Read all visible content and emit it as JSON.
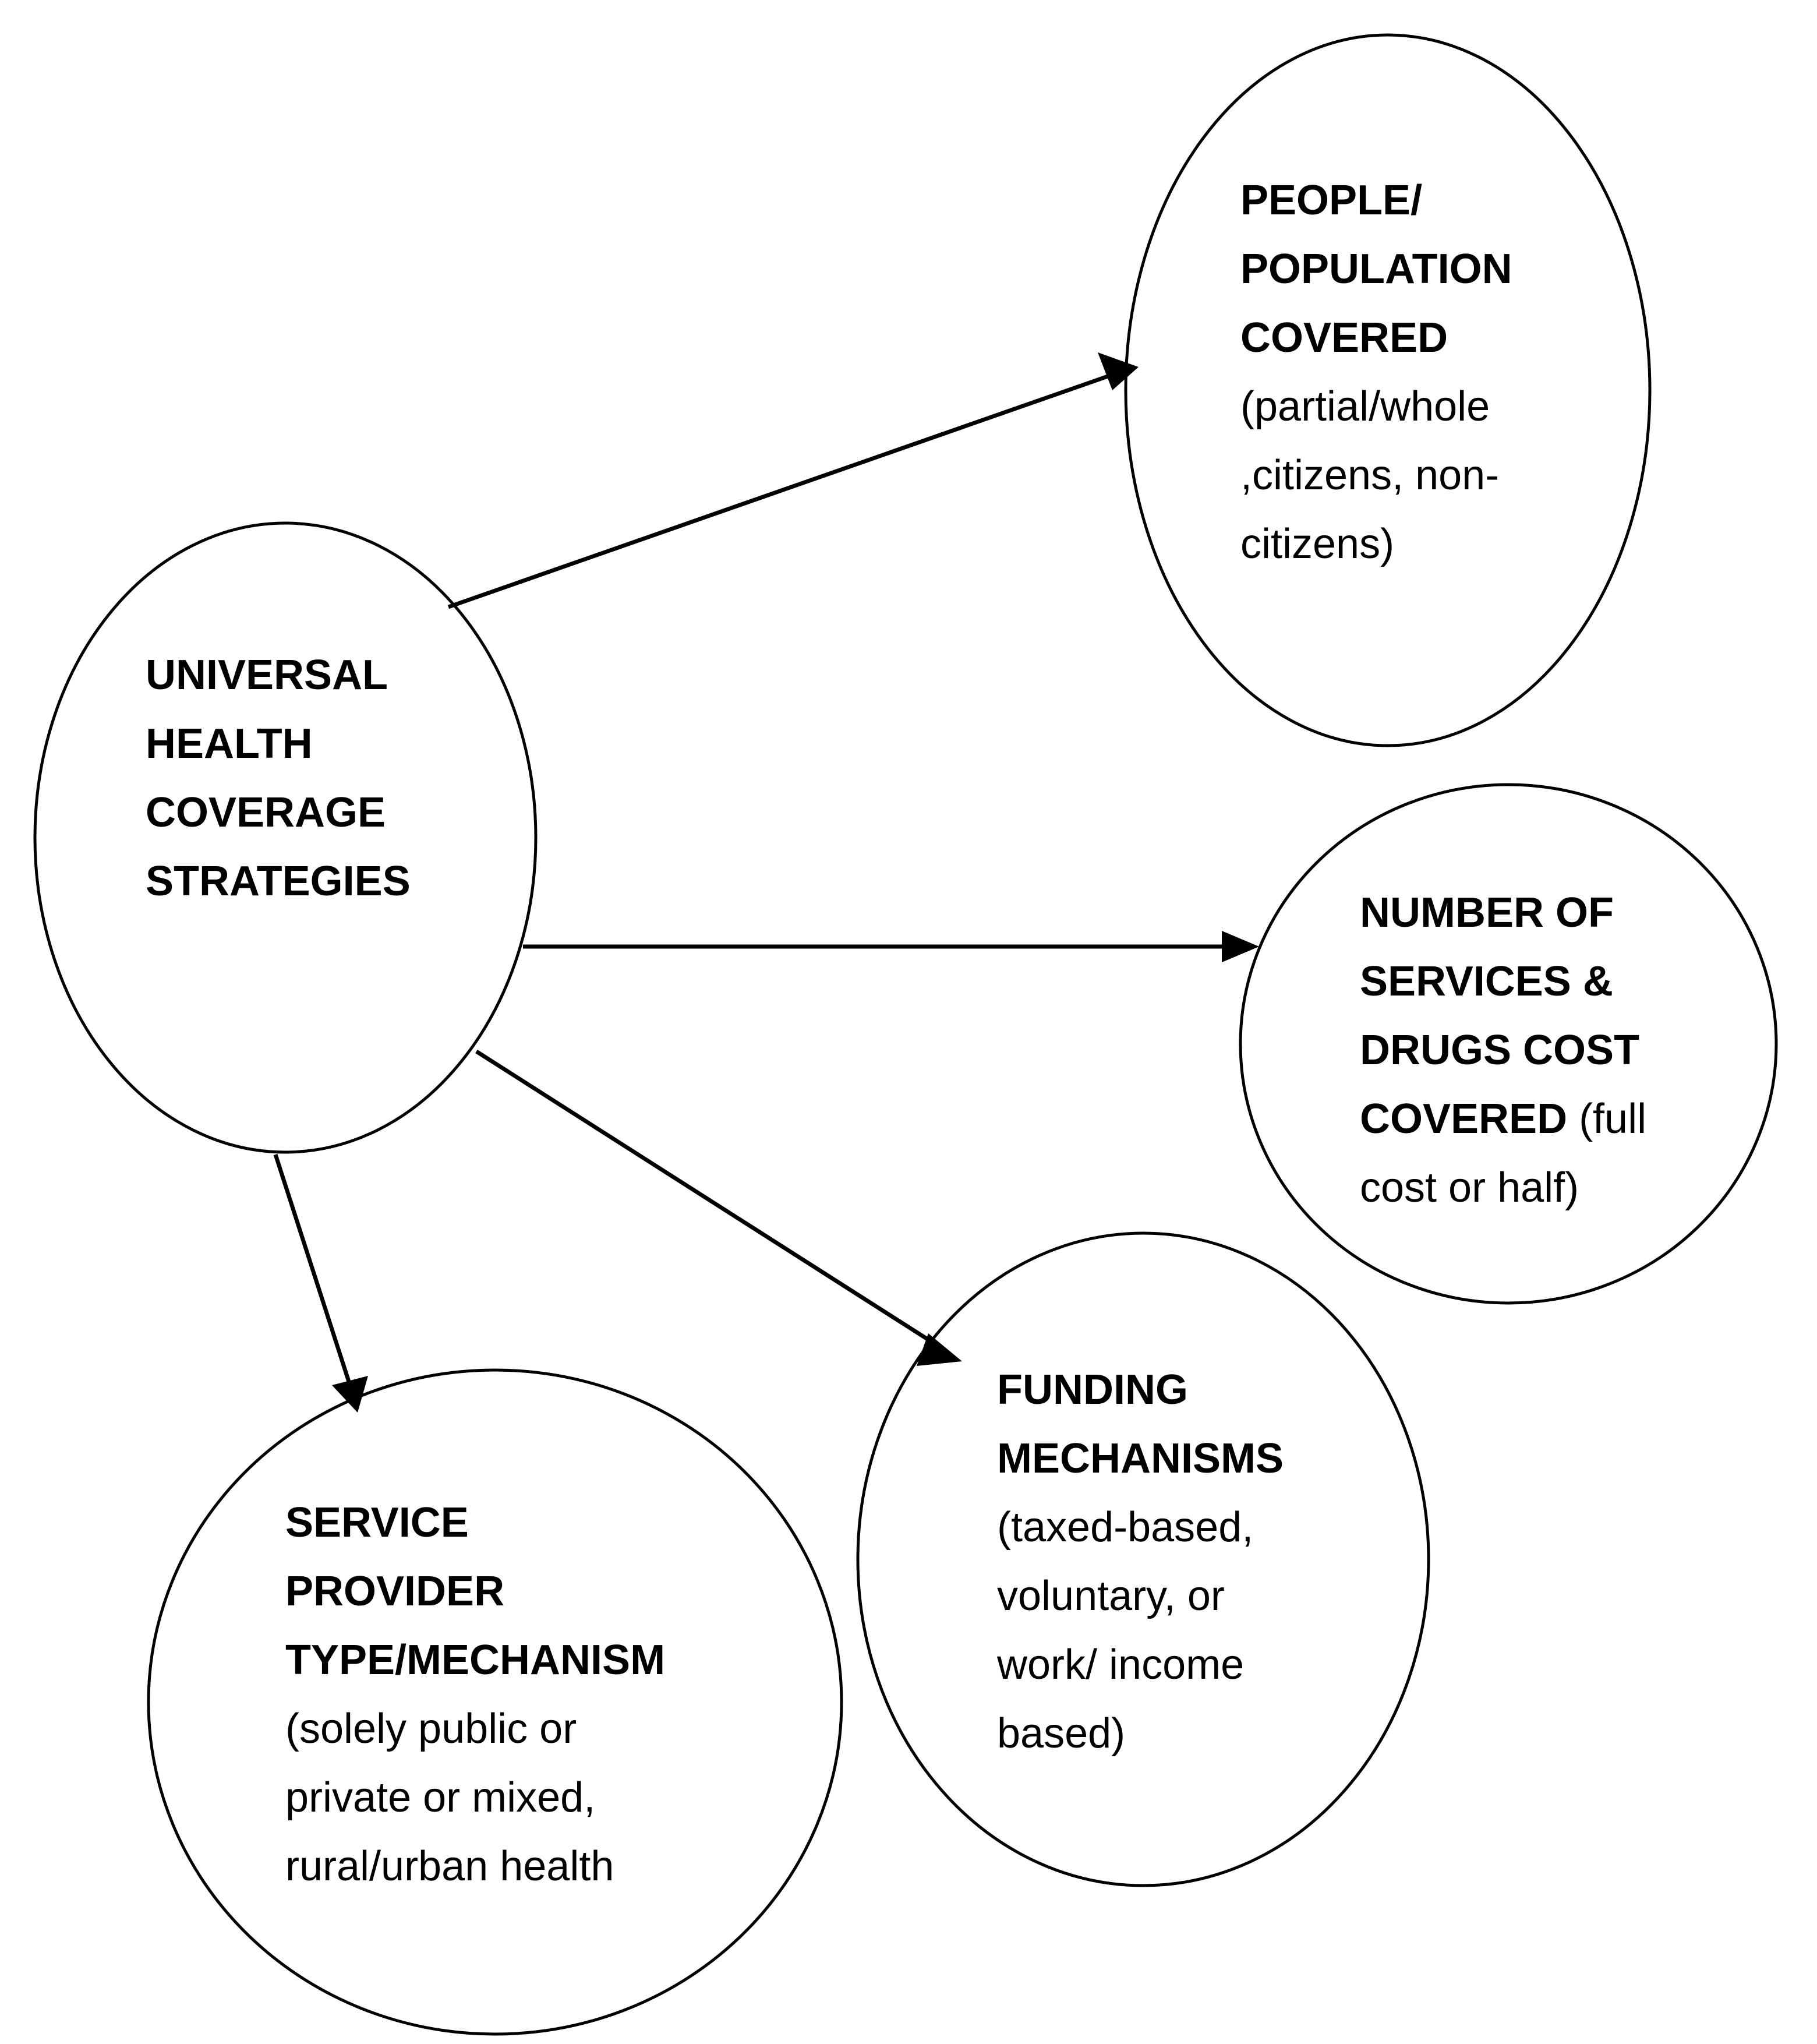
{
  "nodes": {
    "center": {
      "lines": [
        {
          "bold": "UNIVERSAL"
        },
        {
          "bold": "HEALTH"
        },
        {
          "bold": "COVERAGE"
        },
        {
          "bold": "STRATEGIES"
        }
      ]
    },
    "people": {
      "lines": [
        {
          "bold": "PEOPLE/"
        },
        {
          "bold": "POPULATION"
        },
        {
          "bold": "COVERED"
        },
        {
          "normal": "(partial/whole"
        },
        {
          "normal": ",citizens, non-"
        },
        {
          "normal": "citizens)"
        }
      ]
    },
    "services": {
      "lines": [
        {
          "bold": "NUMBER OF"
        },
        {
          "bold": "SERVICES &"
        },
        {
          "bold": "DRUGS COST"
        },
        {
          "bold": "COVERED",
          "normal": " (full"
        },
        {
          "normal": "cost or half)"
        }
      ]
    },
    "funding": {
      "lines": [
        {
          "bold": "FUNDING"
        },
        {
          "bold": "MECHANISMS"
        },
        {
          "normal": "(taxed-based,"
        },
        {
          "normal": "voluntary, or"
        },
        {
          "normal": "work/ income"
        },
        {
          "normal": "based)"
        }
      ]
    },
    "provider": {
      "lines": [
        {
          "bold": "SERVICE"
        },
        {
          "bold": "PROVIDER"
        },
        {
          "bold": "TYPE/MECHANISM"
        },
        {
          "normal": "(solely public or"
        },
        {
          "normal": "private or mixed,"
        },
        {
          "normal": "rural/urban health"
        }
      ]
    }
  }
}
